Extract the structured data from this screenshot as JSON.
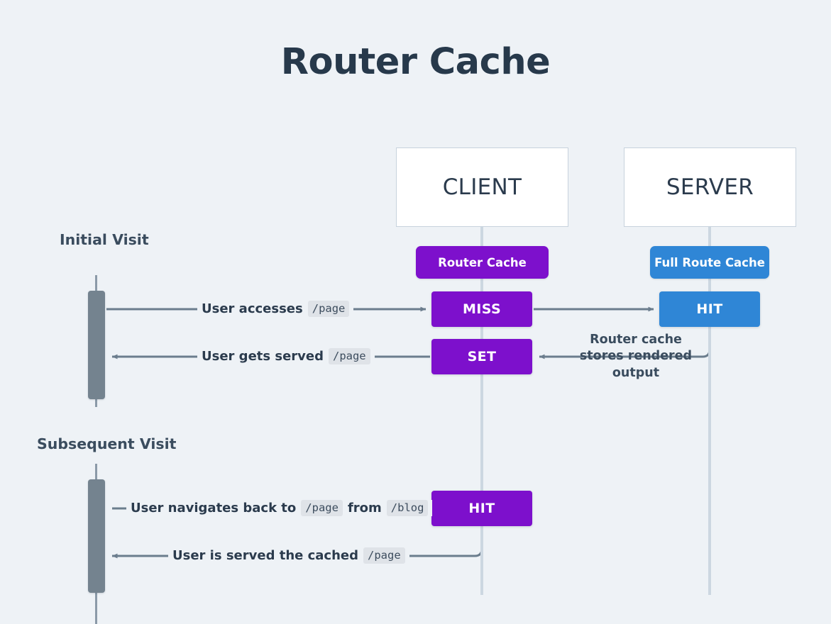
{
  "page": {
    "title": "Router Cache",
    "background_color": "#eef2f6",
    "title_color": "#27394b"
  },
  "colors": {
    "purple": "#7d10cc",
    "blue": "#2f86d6",
    "actor": "#74838f",
    "lifeline": "#ccd7e1",
    "connector": "#6b7d8d",
    "code_chip_bg": "#dfe3e8"
  },
  "participants": [
    {
      "id": "client",
      "label": "CLIENT"
    },
    {
      "id": "server",
      "label": "SERVER"
    }
  ],
  "badges": [
    {
      "id": "router-cache",
      "label": "Router Cache",
      "color": "#7d10cc",
      "side": "client"
    },
    {
      "id": "full-route-cache",
      "label": "Full Route Cache",
      "color": "#2f86d6",
      "side": "server"
    }
  ],
  "sections": [
    {
      "id": "initial",
      "label": "Initial Visit"
    },
    {
      "id": "subsequent",
      "label": "Subsequent Visit"
    }
  ],
  "states": [
    {
      "id": "miss",
      "label": "MISS",
      "color": "#7d10cc",
      "lane": "client",
      "section": "initial"
    },
    {
      "id": "server-hit",
      "label": "HIT",
      "color": "#2f86d6",
      "lane": "server",
      "section": "initial"
    },
    {
      "id": "set",
      "label": "SET",
      "color": "#7d10cc",
      "lane": "client",
      "section": "initial"
    },
    {
      "id": "client-hit",
      "label": "HIT",
      "color": "#7d10cc",
      "lane": "client",
      "section": "subsequent"
    }
  ],
  "messages": [
    {
      "id": "user-accesses",
      "section": "initial",
      "direction": "right",
      "parts": [
        {
          "type": "text",
          "value": "User accesses"
        },
        {
          "type": "code",
          "value": "/page"
        }
      ]
    },
    {
      "id": "user-gets-served",
      "section": "initial",
      "direction": "left",
      "parts": [
        {
          "type": "text",
          "value": "User gets served"
        },
        {
          "type": "code",
          "value": "/page"
        }
      ]
    },
    {
      "id": "user-navigates-back",
      "section": "subsequent",
      "direction": "right",
      "parts": [
        {
          "type": "text",
          "value": "User navigates back to"
        },
        {
          "type": "code",
          "value": "/page"
        },
        {
          "type": "text",
          "value": "from"
        },
        {
          "type": "code",
          "value": "/blog"
        }
      ]
    },
    {
      "id": "user-is-served-cached",
      "section": "subsequent",
      "direction": "left",
      "parts": [
        {
          "type": "text",
          "value": "User is served the cached"
        },
        {
          "type": "code",
          "value": "/page"
        }
      ]
    }
  ],
  "annotations": [
    {
      "id": "router-cache-stores",
      "text": "Router cache\nstores rendered\noutput"
    }
  ]
}
